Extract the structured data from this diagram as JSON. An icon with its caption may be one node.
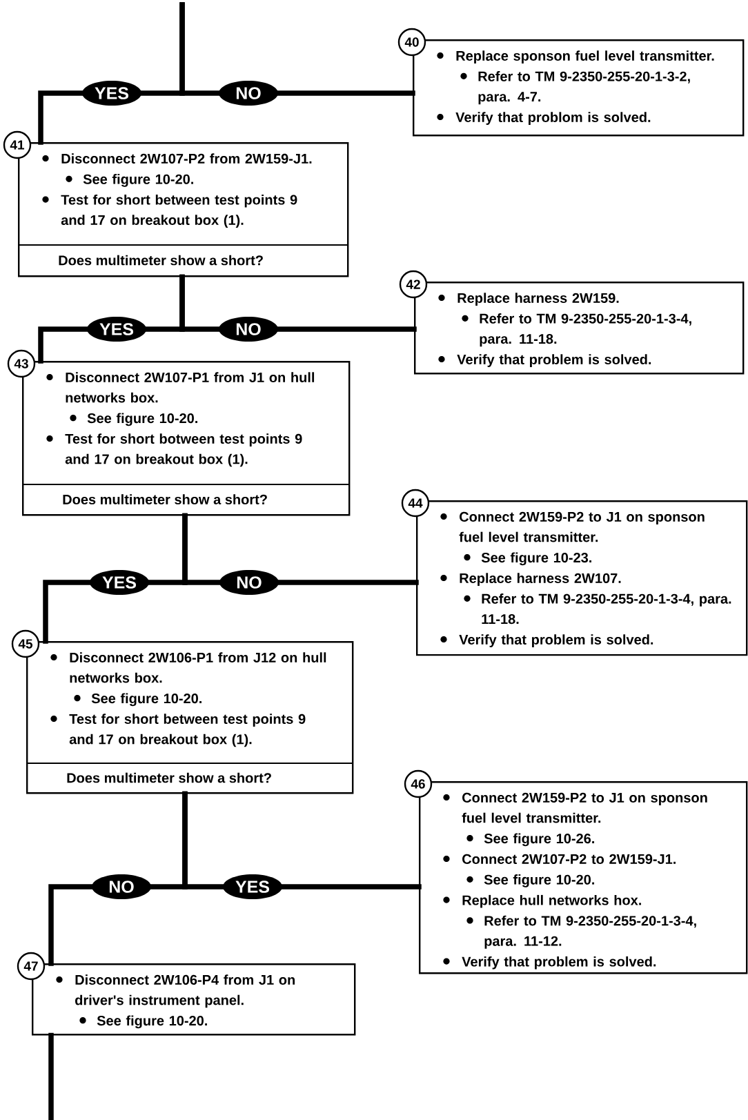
{
  "diagram": {
    "nodes": [
      {
        "text": [
          "40",
          "Replace sponson fuel level transmitter.",
          "Refer to TM 9-2350-255-20-1-3-2, para. 4-7.",
          "Verify that problom is solved."
        ]
      },
      {
        "text": [
          "41",
          "Disconnect 2W107-P2 from 2W159-J1.",
          "See figure 10-20.",
          "Test for short between test points 9 and 17 on breakout box (1).",
          "Does multimeter show a short?"
        ]
      },
      {
        "text": [
          "42",
          "Replace harness 2W159.",
          "Refer to TM 9-2350-255-20-1-3-4, para. 11-18.",
          "Verify that problem is solved."
        ]
      },
      {
        "text": [
          "43",
          "Disconnect 2W107-P1 from J1 on hull networks box.",
          "See figure 10-20.",
          "Test for short botween test points 9 and 17 on breakout box (1).",
          "Does multimeter show a short?"
        ]
      },
      {
        "text": [
          "44",
          "Connect 2W159-P2 to J1 on sponson fuel level transmitter.",
          "See figure 10-23.",
          "Replace harness 2W107.",
          "Refer to TM 9-2350-255-20-1-3-4, para. 11-18.",
          "Verify that problem is solved."
        ]
      },
      {
        "text": [
          "45",
          "Disconnect 2W106-P1 from J12 on hull networks box.",
          "See figure 10-20.",
          "Test for short between test points 9 and 17 on breakout box (1).",
          "Does multimeter show a short?"
        ]
      },
      {
        "text": [
          "46",
          "Connect 2W159-P2 to J1 on sponson fuel level transmitter.",
          "See figure 10-26.",
          "Connect 2W107-P2 to 2W159-J1.",
          "See figure 10-20.",
          "Replace hull networks hox.",
          "Refer to TM 9-2350-255-20-1-3-4, para. 11-12.",
          "Verify that problem is solved."
        ]
      },
      {
        "text": [
          "47",
          "Disconnect 2W106-P4 from J1 on driver's instrument panel.",
          "See figure 10-20."
        ]
      }
    ],
    "edges": [
      {
        "from": null,
        "to": 1,
        "arrow": "none",
        "label": "YES"
      },
      {
        "from": null,
        "to": 0,
        "arrow": "none",
        "label": "NO"
      },
      {
        "from": 1,
        "to": 3,
        "arrow": "none",
        "label": "YES"
      },
      {
        "from": 1,
        "to": 2,
        "arrow": "none",
        "label": "NO"
      },
      {
        "from": 3,
        "to": 5,
        "arrow": "none",
        "label": "YES"
      },
      {
        "from": 3,
        "to": 4,
        "arrow": "none",
        "label": "NO"
      },
      {
        "from": 5,
        "to": 7,
        "arrow": "none",
        "label": "NO"
      },
      {
        "from": 5,
        "to": 6,
        "arrow": "none",
        "label": "YES"
      },
      {
        "from": 7,
        "to": null,
        "arrow": "none"
      }
    ]
  }
}
